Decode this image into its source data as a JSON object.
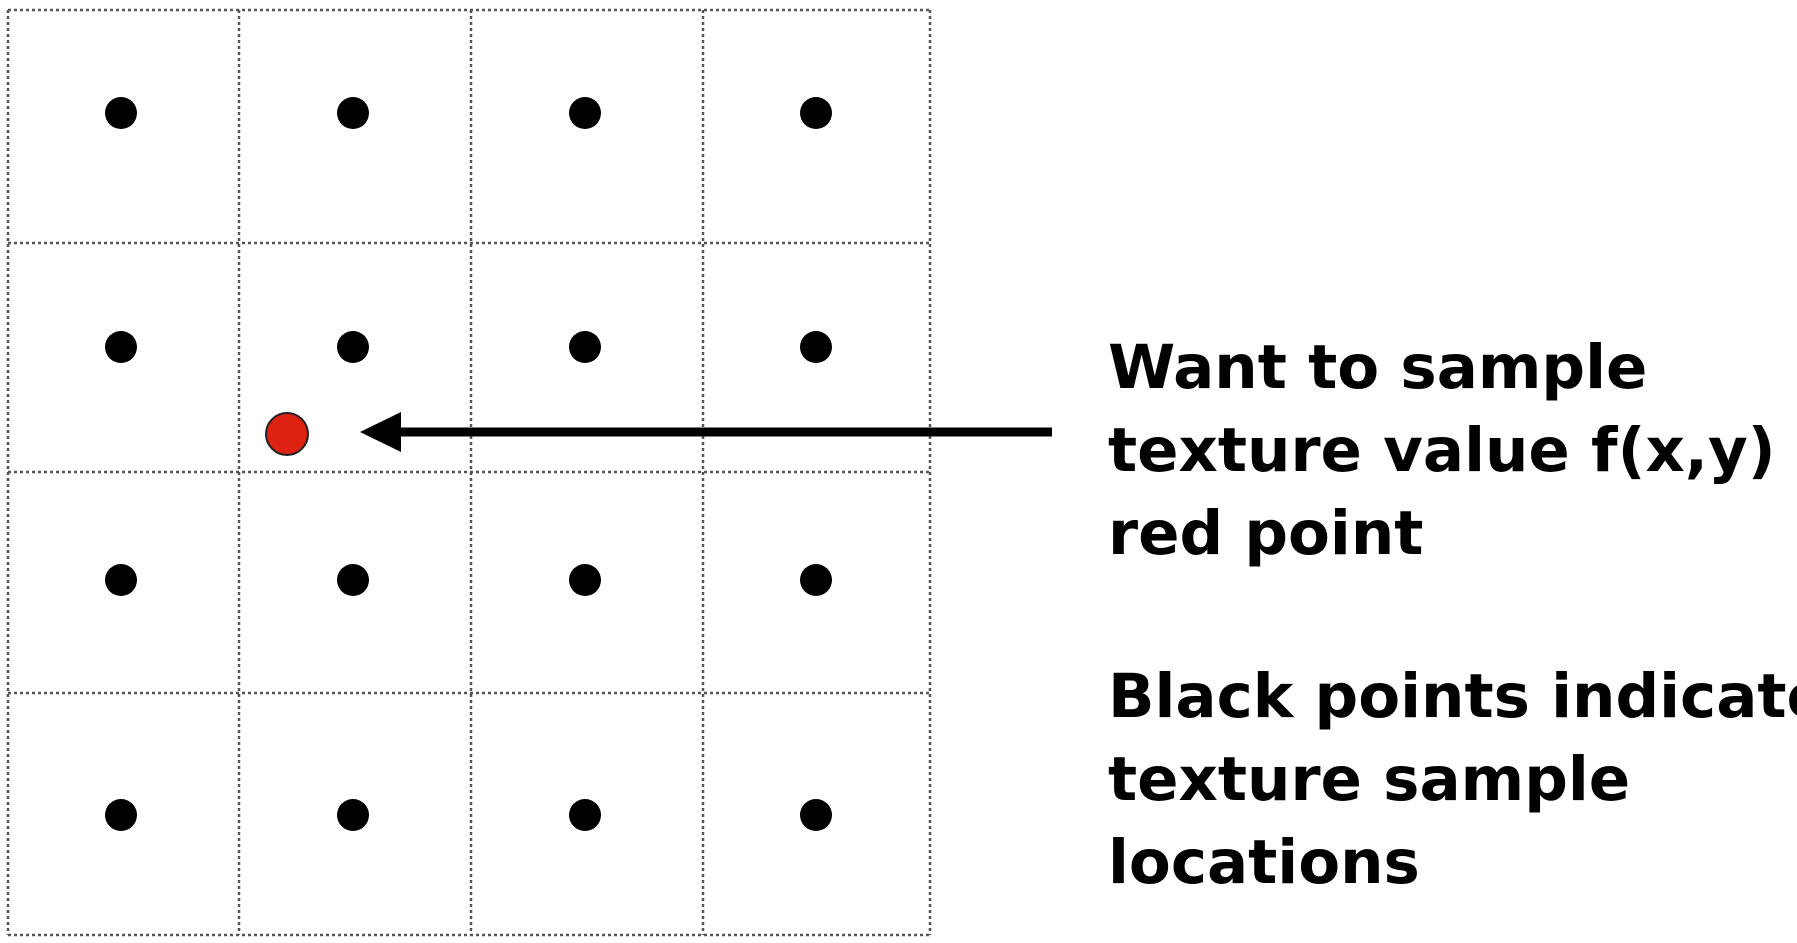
{
  "diagram": {
    "grid": {
      "rows": 4,
      "cols": 4,
      "line_style": "dotted",
      "line_color": "#555555"
    },
    "sample_points": {
      "color": "#000000",
      "count": 16
    },
    "query_point": {
      "color": "#dd2211",
      "outline": "#222222",
      "grid_position": {
        "col": 1.21,
        "row": 1.82
      }
    },
    "arrow": {
      "color": "#000000",
      "direction": "left"
    }
  },
  "captions": {
    "target": {
      "lines": [
        "Want to sample",
        "texture value f(x,y) at",
        "red point"
      ]
    },
    "samples": {
      "lines": [
        "Black points indicate",
        "texture sample",
        "locations"
      ]
    }
  }
}
